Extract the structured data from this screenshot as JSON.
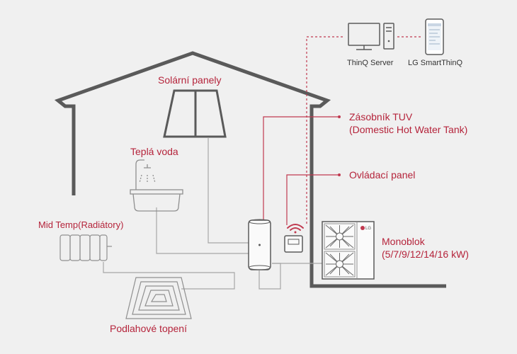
{
  "labels": {
    "solar_panels": "Solární panely",
    "hot_water": "Teplá voda",
    "radiators": "Mid Temp(Radiátory)",
    "floor_heating": "Podlahové topení",
    "dhw_tank_cz": "Zásobník TUV",
    "dhw_tank_en": "(Domestic Hot Water Tank)",
    "control_panel": "Ovládací panel",
    "monoblock": "Monoblok",
    "monoblock_power": "(5/7/9/12/14/16 kW)",
    "thinq_server": "ThinQ Server",
    "smartthinq": "LG SmartThinQ",
    "unit_logo": "LG"
  },
  "colors": {
    "background": "#f0f0f0",
    "house": "#5a5a5a",
    "pipe": "#a6a6a6",
    "accent": "#b5243b"
  }
}
